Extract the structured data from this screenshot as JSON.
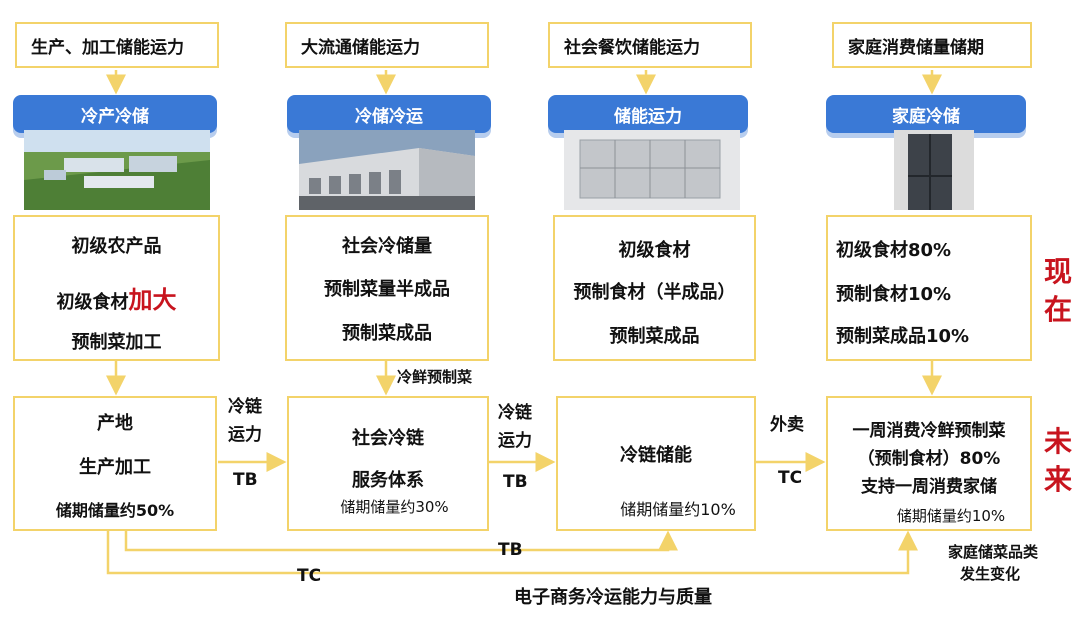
{
  "columns": [
    {
      "top_label": "生产、加工储能运力",
      "banner": "冷产冷储",
      "image_icon": "industrial-park-image",
      "present_lines": [
        "初级农产品",
        "初级食材",
        "预制菜加工"
      ],
      "present_emphasis": "加大",
      "future_lines": [
        "产地",
        "生产加工",
        "储期储量约50%"
      ]
    },
    {
      "top_label": "大流通储能运力",
      "banner": "冷储冷运",
      "image_icon": "cold-storage-warehouse-image",
      "present_lines": [
        "社会冷储量",
        "预制菜量半成品",
        "预制菜成品"
      ],
      "future_lines": [
        "社会冷链",
        "服务体系",
        "储期储量约30%"
      ]
    },
    {
      "top_label": "社会餐饮储能运力",
      "banner": "储能运力",
      "image_icon": "commercial-freezer-image",
      "present_lines": [
        "初级食材",
        "预制食材（半成品）",
        "预制菜成品"
      ],
      "future_lines": [
        "冷链储能",
        "储期储量约10%"
      ]
    },
    {
      "top_label": "家庭消费储量储期",
      "banner": "家庭冷储",
      "image_icon": "household-refrigerator-image",
      "present_lines": [
        "初级食材80%",
        "预制食材10%",
        "预制菜成品10%"
      ],
      "future_lines": [
        "一周消费冷鲜预制菜",
        "（预制食材）80%",
        "支持一周消费家储",
        "储期储量约10%"
      ]
    }
  ],
  "connectors": {
    "fresh_prepared": "冷鲜预制菜",
    "cold_chain_1": [
      "冷链",
      "运力"
    ],
    "tb_1": "TB",
    "cold_chain_2": [
      "冷链",
      "运力"
    ],
    "tb_2": "TB",
    "takeaway": "外卖",
    "tc_1": "TC",
    "bottom_tb": "TB",
    "bottom_tc": "TC"
  },
  "side_labels": {
    "present": [
      "现",
      "在"
    ],
    "future": [
      "未",
      "来"
    ]
  },
  "bottom_title": "电子商务冷运能力与质量",
  "bottom_right_note": [
    "家庭储菜品类",
    "发生变化"
  ],
  "colors": {
    "box_border": "#f3d36a",
    "arrow": "#f3d36a",
    "banner": "#3a79d6",
    "emphasis": "#c8141e"
  }
}
